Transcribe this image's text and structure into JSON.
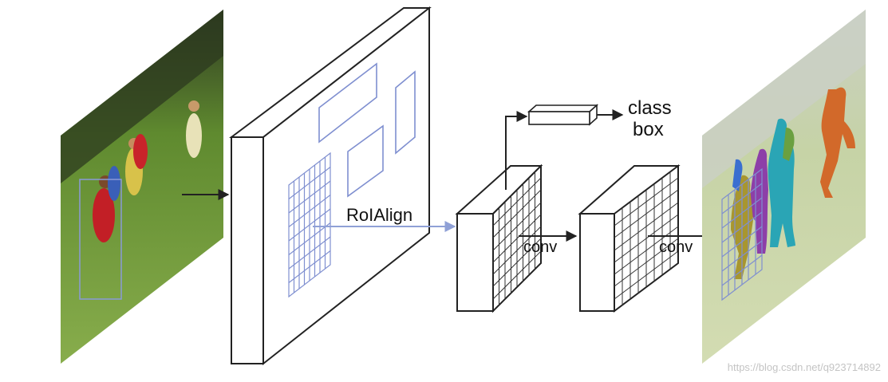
{
  "labels": {
    "roialign": "RoIAlign",
    "conv_1": "conv",
    "conv_2": "conv",
    "class": "class",
    "box": "box"
  },
  "watermark": "https://blog.csdn.net/q923714892",
  "colors": {
    "grid": "#7f8fd0",
    "arrow": "#222222",
    "roi_arrow": "#8fa0d6",
    "mask_orange": "#d2692a",
    "mask_teal": "#2aa5b5",
    "mask_green": "#6aa040",
    "mask_purple": "#8d3fa8",
    "mask_olive": "#a8962f",
    "field_green": "#6f9a3e"
  }
}
